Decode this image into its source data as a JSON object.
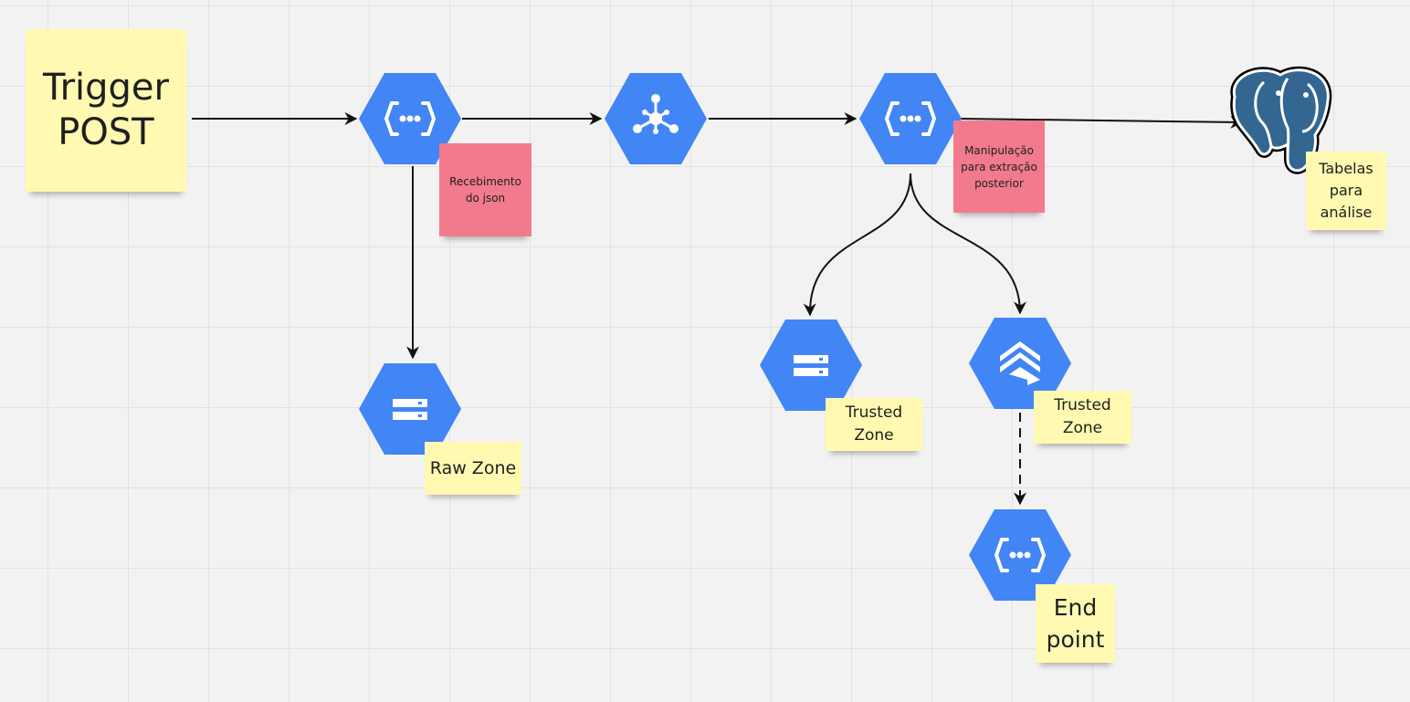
{
  "colors": {
    "gcp_blue": "#4285f4",
    "gcp_shadow": "#3a77db",
    "sticky_yellow": "#fff9b1",
    "sticky_pink": "#f17b8d",
    "canvas": "#f2f2f2",
    "connector": "#111111",
    "postgres_blue": "#336791"
  },
  "nodes": [
    {
      "id": "cloud-function-receive",
      "icon": "cloud-functions-icon"
    },
    {
      "id": "pubsub",
      "icon": "pubsub-icon"
    },
    {
      "id": "cloud-function-manipulate",
      "icon": "cloud-functions-icon"
    },
    {
      "id": "cloud-storage-raw",
      "icon": "cloud-storage-icon"
    },
    {
      "id": "cloud-storage-trusted",
      "icon": "cloud-storage-icon"
    },
    {
      "id": "bigquery-trusted",
      "icon": "data-layers-icon"
    },
    {
      "id": "cloud-function-endpoint",
      "icon": "cloud-functions-icon"
    },
    {
      "id": "postgresql",
      "icon": "postgresql-elephant-icon"
    }
  ],
  "notes": {
    "trigger": "Trigger\nPOST",
    "recebimento": "Recebimento\ndo json",
    "manipulacao": "Manipulação\npara extração\nposterior",
    "tabelas": "Tabelas\npara\nanálise",
    "raw_zone": "Raw Zone",
    "trusted_zone_storage": "Trusted\nZone",
    "trusted_zone_bq": "Trusted\nZone",
    "endpoint": "End\npoint"
  }
}
